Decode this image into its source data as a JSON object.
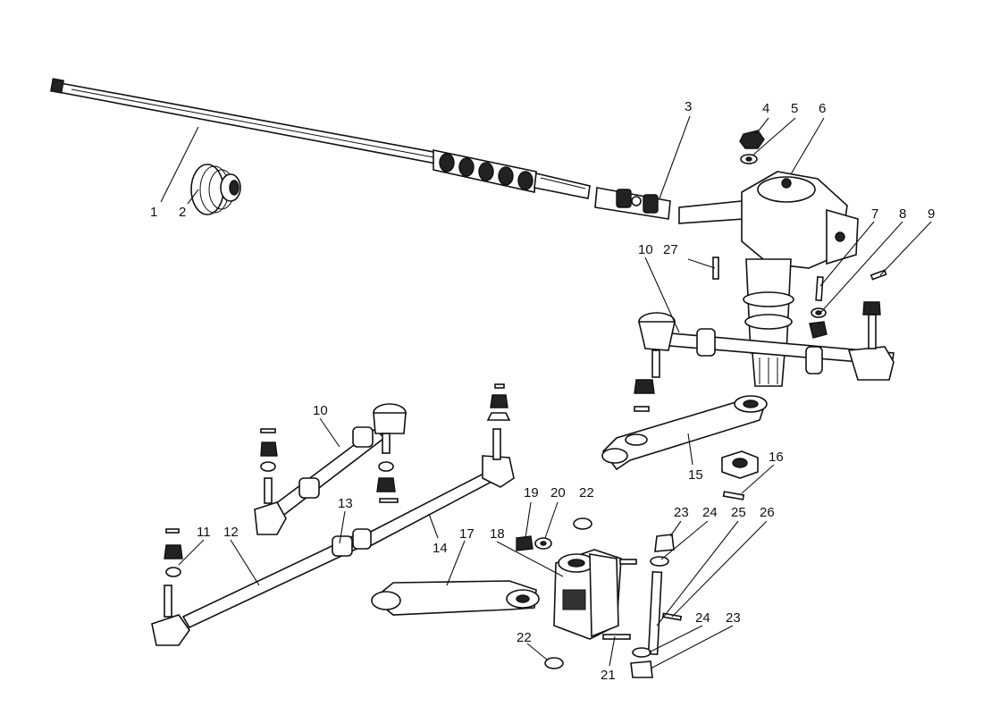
{
  "diagram": {
    "callouts": [
      {
        "id": "c1",
        "text": "1"
      },
      {
        "id": "c2",
        "text": "2"
      },
      {
        "id": "c3",
        "text": "3"
      },
      {
        "id": "c4",
        "text": "4"
      },
      {
        "id": "c5",
        "text": "5"
      },
      {
        "id": "c6",
        "text": "6"
      },
      {
        "id": "c7",
        "text": "7"
      },
      {
        "id": "c8",
        "text": "8"
      },
      {
        "id": "c9",
        "text": "9"
      },
      {
        "id": "c10a",
        "text": "10"
      },
      {
        "id": "c27",
        "text": "27"
      },
      {
        "id": "c10b",
        "text": "10"
      },
      {
        "id": "c11",
        "text": "11"
      },
      {
        "id": "c12",
        "text": "12"
      },
      {
        "id": "c13",
        "text": "13"
      },
      {
        "id": "c14",
        "text": "14"
      },
      {
        "id": "c15",
        "text": "15"
      },
      {
        "id": "c16",
        "text": "16"
      },
      {
        "id": "c17",
        "text": "17"
      },
      {
        "id": "c18",
        "text": "18"
      },
      {
        "id": "c19",
        "text": "19"
      },
      {
        "id": "c20",
        "text": "20"
      },
      {
        "id": "c22a",
        "text": "22"
      },
      {
        "id": "c23a",
        "text": "23"
      },
      {
        "id": "c24a",
        "text": "24"
      },
      {
        "id": "c25",
        "text": "25"
      },
      {
        "id": "c26",
        "text": "26"
      },
      {
        "id": "c22b",
        "text": "22"
      },
      {
        "id": "c21",
        "text": "21"
      },
      {
        "id": "c24b",
        "text": "24"
      },
      {
        "id": "c23b",
        "text": "23"
      }
    ]
  }
}
